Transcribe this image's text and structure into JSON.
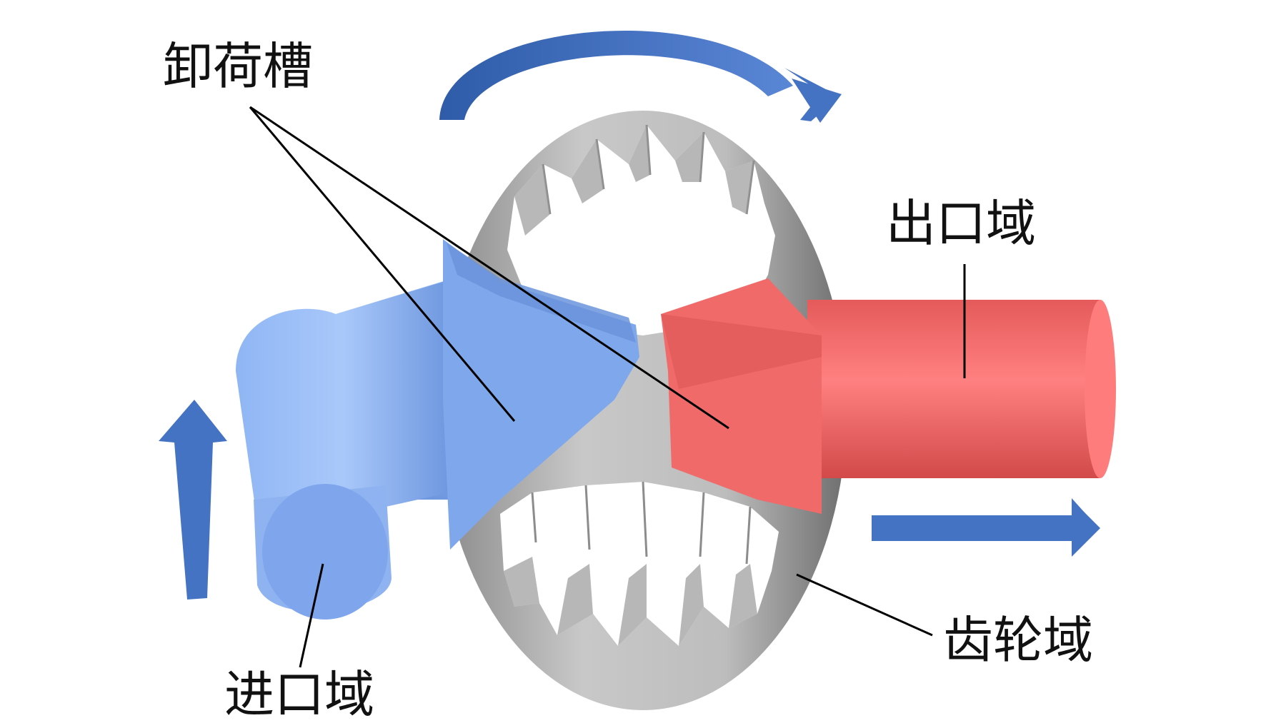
{
  "labels": {
    "relief_groove": "卸荷槽",
    "outlet_domain": "出口域",
    "gear_domain": "齿轮域",
    "inlet_domain": "进口域"
  },
  "colors": {
    "inlet_blue": "#7fa8ec",
    "inlet_blue_light": "#a9c8fa",
    "outlet_red": "#f06a6a",
    "outlet_red_light": "#ff8c8c",
    "gear_gray": "#a9a9a9",
    "gear_gray_dark": "#7d7d7d",
    "arrow_blue": "#4573c4",
    "leader_line": "#000000"
  },
  "icons": {
    "rotation_arrow": "curved-arrow-clockwise",
    "inflow_arrow": "arrow-up",
    "outflow_arrow": "arrow-right"
  }
}
